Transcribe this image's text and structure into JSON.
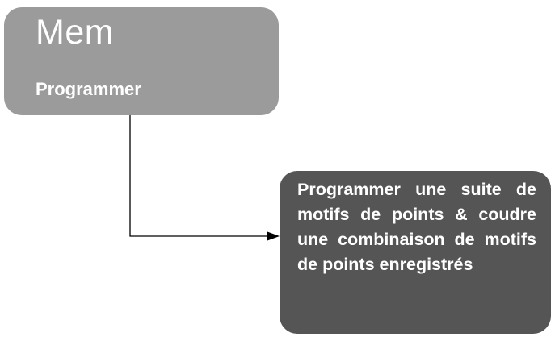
{
  "button": {
    "title": "Mem",
    "subtitle": "Programmer",
    "color": "#9b9b9b"
  },
  "description": {
    "text": "Programmer une suite de motifs de points & coudre une combinaison de motifs de points enregis­trés",
    "color": "#555555"
  },
  "connector": {
    "color": "#000000",
    "icon": "arrow-right-icon"
  }
}
